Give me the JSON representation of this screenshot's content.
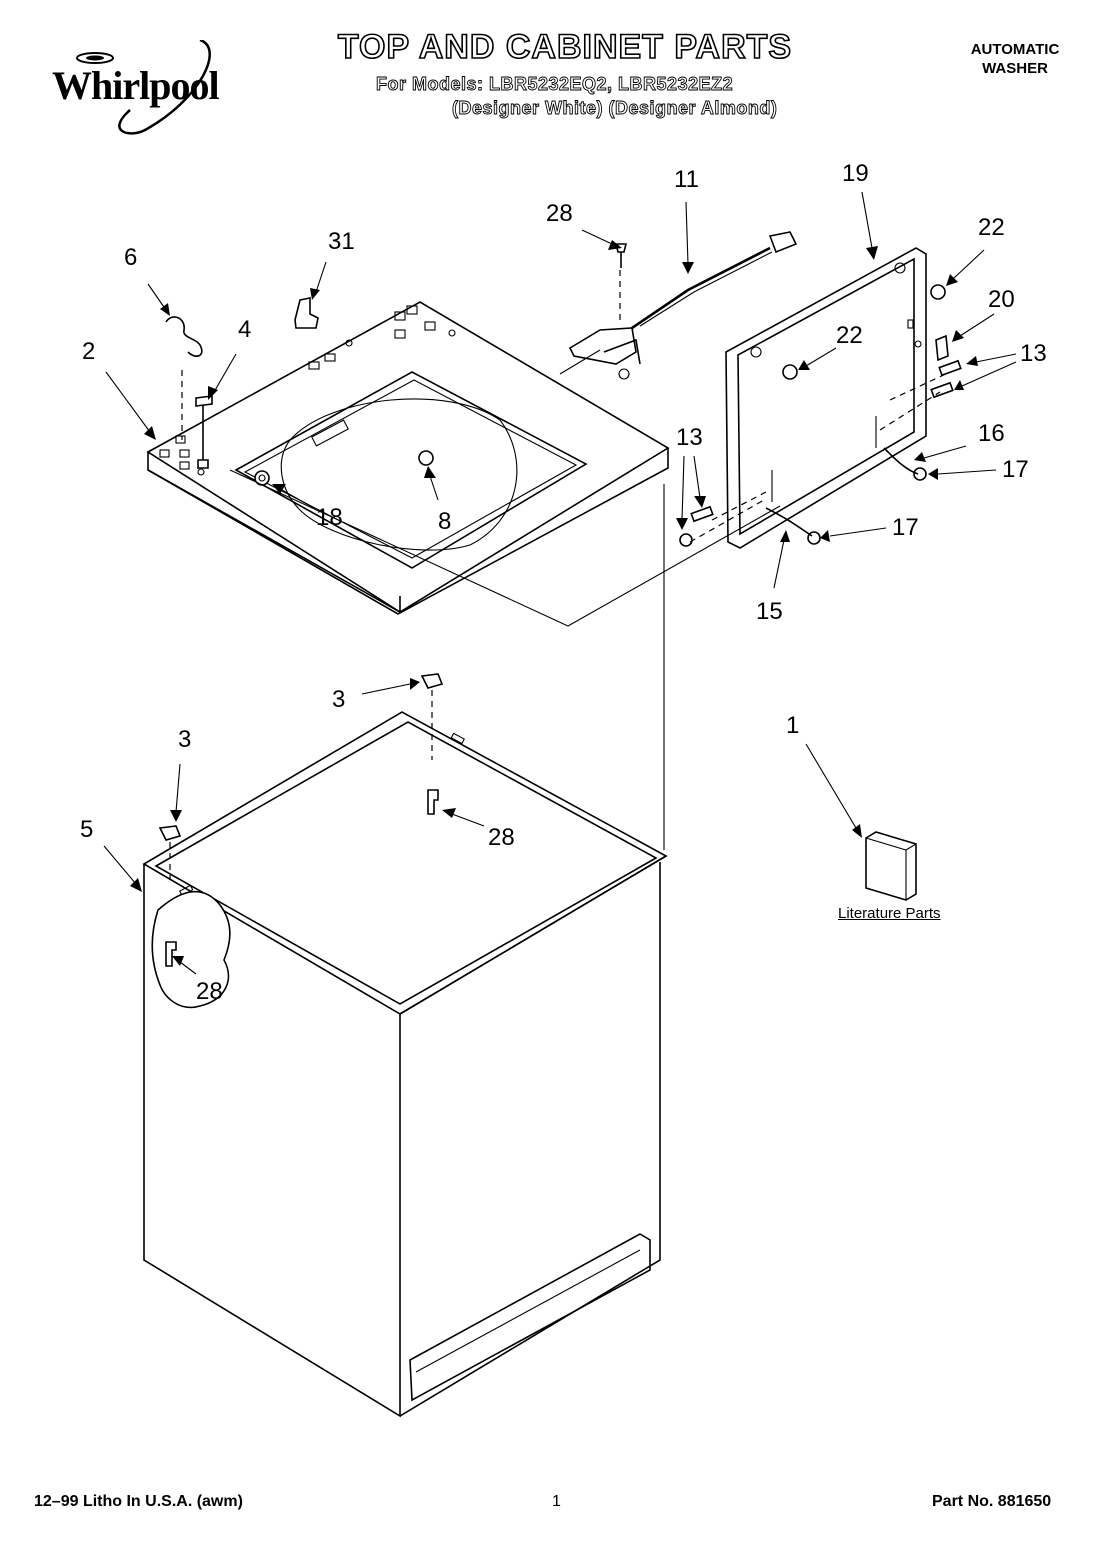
{
  "header": {
    "brand": "Whirlpool",
    "title": "TOP AND CABINET PARTS",
    "models_line": "For Models: LBR5232EQ2, LBR5232EZ2",
    "colors_line": "(Designer White) (Designer Almond)",
    "appliance_line1": "AUTOMATIC",
    "appliance_line2": "WASHER"
  },
  "callouts": {
    "c1": "1",
    "c2": "2",
    "c3a": "3",
    "c3b": "3",
    "c4": "4",
    "c5": "5",
    "c6": "6",
    "c8": "8",
    "c11": "11",
    "c13a": "13",
    "c13b": "13",
    "c15": "15",
    "c16": "16",
    "c17a": "17",
    "c17b": "17",
    "c18": "18",
    "c19": "19",
    "c20": "20",
    "c22a": "22",
    "c22b": "22",
    "c28a": "28",
    "c28b": "28",
    "c28c": "28",
    "c31": "31"
  },
  "literature_label": "Literature Parts",
  "footer": {
    "left": "12–99 Litho In U.S.A. (awm)",
    "page": "1",
    "part_no": "Part No. 881650"
  },
  "icons": [
    "whirlpool-logo-icon"
  ]
}
